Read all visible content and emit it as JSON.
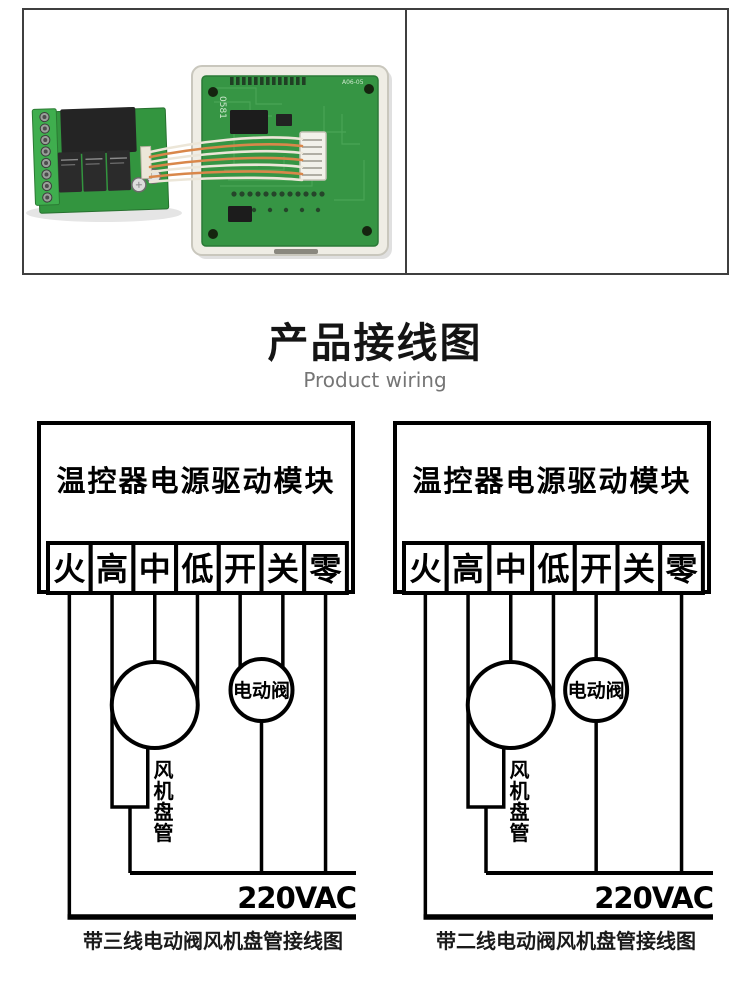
{
  "heading": {
    "title": "产品接线图",
    "subtitle": "Product wiring"
  },
  "top_gallery": {
    "photo_alt": "thermostat power drive module PCB with relay board and ribbon cable",
    "silkscreen_labels": [
      "0581",
      "A06-05"
    ]
  },
  "wiring": {
    "module_title": "温控器电源驱动模块",
    "terminals": [
      "火",
      "高",
      "中",
      "低",
      "开",
      "关",
      "零"
    ],
    "valve_label": "电动阀",
    "fan_label": "风机盘管",
    "fan_label_chars": [
      "风",
      "机",
      "盘",
      "管"
    ],
    "voltage_label": "220VAC",
    "left_caption": "带三线电动阀风机盘管接线图",
    "right_caption": "带二线电动阀风机盘管接线图"
  },
  "colors": {
    "diagram_line": "#000000",
    "frame_border": "#3f3f3f",
    "subtitle_gray": "#757575",
    "pcb_green": "#369544",
    "relay_pcb_green": "#33953f",
    "terminal_block_green": "#3fae4e",
    "plastic_frame": "#efede5",
    "cable_orange": "#d9874a",
    "relay_black": "#242424"
  }
}
